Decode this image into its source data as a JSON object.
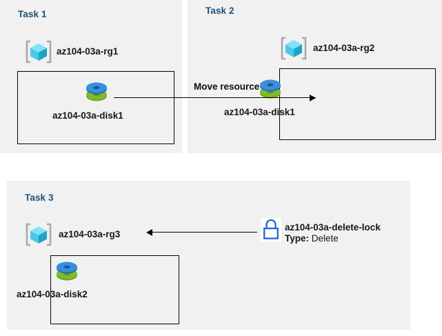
{
  "diagram": {
    "title": "Azure resource group tasks diagram",
    "background": "#ffffff",
    "panel_bg": "#f1f1f1",
    "title_color": "#1b5178",
    "lock_color": "#1e64d7"
  },
  "panels": [
    {
      "id": "task1",
      "title": "Task 1",
      "resource_group": {
        "icon": "resource-group-cube-icon",
        "label": "az104-03a-rg1"
      },
      "resource": {
        "icon": "disk-icon",
        "label": "az104-03a-disk1"
      }
    },
    {
      "id": "task2",
      "title": "Task 2",
      "resource_group": {
        "icon": "resource-group-cube-icon",
        "label": "az104-03a-rg2"
      },
      "resource": {
        "icon": "disk-icon",
        "label": "az104-03a-disk1"
      }
    },
    {
      "id": "task3",
      "title": "Task 3",
      "resource_group": {
        "icon": "resource-group-cube-icon",
        "label": "az104-03a-rg3"
      },
      "resource": {
        "icon": "disk-icon",
        "label": "az104-03a-disk2"
      }
    }
  ],
  "connectors": {
    "move_resource": {
      "label": "Move resource",
      "direction": "right",
      "from": "task1-disk1",
      "to": "task2-disk1"
    },
    "lock_applies_to": {
      "label": "",
      "direction": "left",
      "from": "delete-lock",
      "to": "task3-rg3"
    }
  },
  "lock": {
    "icon": "padlock-icon",
    "name": "az104-03a-delete-lock",
    "type_key": "Type:",
    "type_value": "Delete"
  }
}
